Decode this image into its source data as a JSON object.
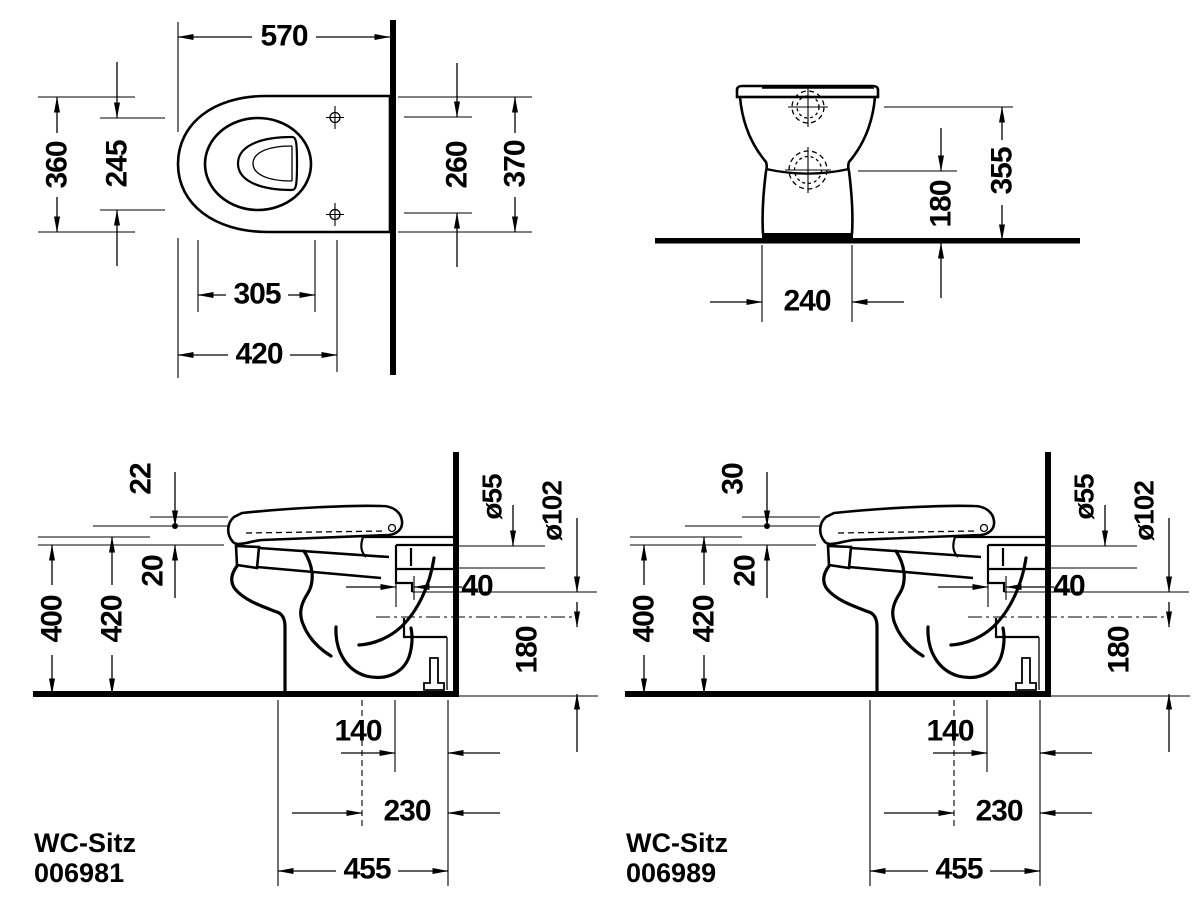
{
  "document": {
    "type": "sanitary technical drawing",
    "background_color": "#ffffff",
    "line_color": "#000000"
  },
  "views": {
    "plan": {
      "dims": {
        "length": "570",
        "body_width": "360",
        "seat_opening_width": "245",
        "hole_spacing": "260",
        "overall_width": "370",
        "bowl_inner_length": "305",
        "hole_distance": "420"
      }
    },
    "front": {
      "dims": {
        "total_height": "355",
        "outlet_center_height": "180",
        "base_width": "240"
      }
    },
    "side_a": {
      "label": {
        "line1": "WC-Sitz",
        "line2": "006981"
      },
      "dims": {
        "lid_step": "22",
        "seat_step": "20",
        "rim_height": "400",
        "seat_height": "420",
        "outlet_diameter": "ø55",
        "flange_diameter": "ø102",
        "outlet_offset": "40",
        "outlet_height": "180",
        "outlet_spacing": "140",
        "outlet_center": "230",
        "depth": "455"
      }
    },
    "side_b": {
      "label": {
        "line1": "WC-Sitz",
        "line2": "006989"
      },
      "dims": {
        "lid_step": "30",
        "seat_step": "20",
        "rim_height": "400",
        "seat_height": "420",
        "outlet_diameter": "ø55",
        "flange_diameter": "ø102",
        "outlet_offset": "40",
        "outlet_height": "180",
        "outlet_spacing": "140",
        "outlet_center": "230",
        "depth": "455"
      }
    }
  }
}
